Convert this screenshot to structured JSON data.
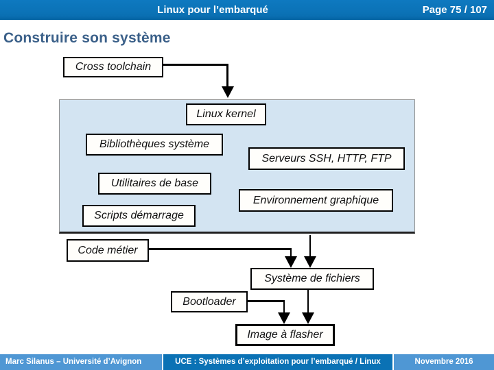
{
  "header": {
    "title": "Linux pour l’embarqué",
    "page_indicator": "Page 75 / 107",
    "bg_color": "#0b72b6",
    "text_color": "#ffffff"
  },
  "slide": {
    "title": "Construire son système",
    "title_color": "#3b6089",
    "background": "#ffffff"
  },
  "diagram": {
    "container_fill": "#d3e4f2",
    "box_border_color": "#000000",
    "boxes": [
      {
        "id": "cross-toolchain",
        "label": "Cross toolchain"
      },
      {
        "id": "linux-kernel",
        "label": "Linux kernel"
      },
      {
        "id": "bibliotheques-systeme",
        "label": "Bibliothèques système"
      },
      {
        "id": "serveurs-ssh-http-ftp",
        "label": "Serveurs SSH, HTTP, FTP"
      },
      {
        "id": "utilitaires-de-base",
        "label": "Utilitaires de base"
      },
      {
        "id": "environnement-graphique",
        "label": "Environnement graphique"
      },
      {
        "id": "scripts-demarrage",
        "label": "Scripts démarrage"
      },
      {
        "id": "code-metier",
        "label": "Code métier"
      },
      {
        "id": "systeme-de-fichiers",
        "label": "Système de fichiers"
      },
      {
        "id": "bootloader",
        "label": "Bootloader"
      },
      {
        "id": "image-a-flasher",
        "label": "Image à flasher"
      }
    ],
    "connections": [
      {
        "from": "cross-toolchain",
        "to": "container-top"
      },
      {
        "from": "container-bottom",
        "to": "systeme-de-fichiers"
      },
      {
        "from": "code-metier",
        "to": "systeme-de-fichiers"
      },
      {
        "from": "systeme-de-fichiers",
        "to": "image-a-flasher"
      },
      {
        "from": "bootloader",
        "to": "image-a-flasher"
      }
    ]
  },
  "footer": {
    "author": "Marc Silanus – Université d’Avignon",
    "course": "UCE : Systèmes d’exploitation pour l’embarqué / Linux",
    "date": "Novembre 2016",
    "light_color": "#4f97d4",
    "dark_color": "#0b72b5"
  }
}
